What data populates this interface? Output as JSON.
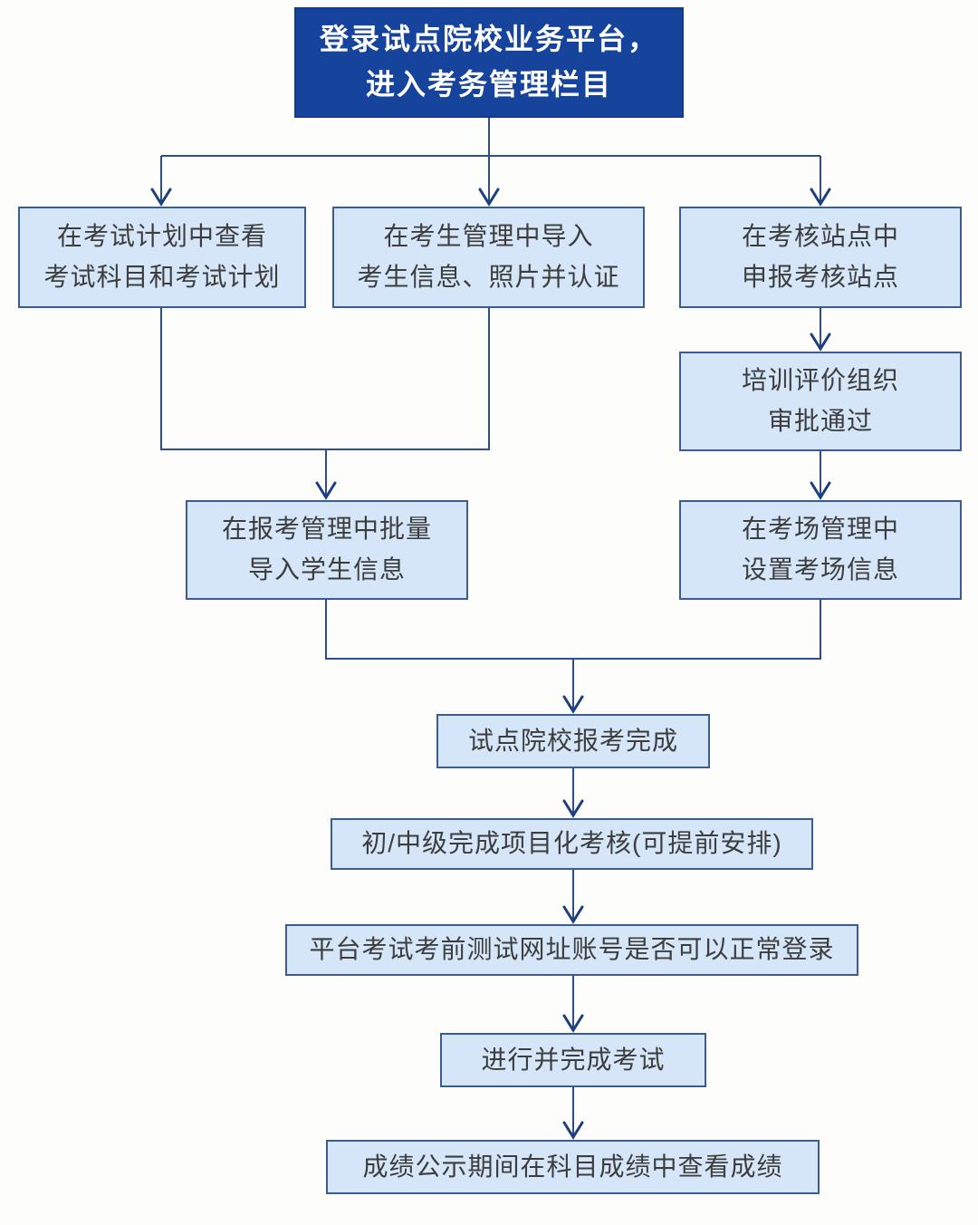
{
  "diagram": {
    "kind": "flowchart",
    "nodes": {
      "root": {
        "lines": [
          "登录试点院校业务平台，",
          "进入考务管理栏目"
        ]
      },
      "plan": {
        "lines": [
          "在考试计划中查看",
          "考试科目和考试计划"
        ]
      },
      "candidate": {
        "lines": [
          "在考生管理中导入",
          "考生信息、照片并认证"
        ]
      },
      "site": {
        "lines": [
          "在考核站点中",
          "申报考核站点"
        ]
      },
      "approve": {
        "lines": [
          "培训评价组织",
          "审批通过"
        ]
      },
      "room": {
        "lines": [
          "在考场管理中",
          "设置考场信息"
        ]
      },
      "batch": {
        "lines": [
          "在报考管理中批量",
          "导入学生信息"
        ]
      },
      "done": {
        "lines": [
          "试点院校报考完成"
        ]
      },
      "project": {
        "lines": [
          "初/中级完成项目化考核(可提前安排)"
        ]
      },
      "pretest": {
        "lines": [
          "平台考试考前测试网址账号是否可以正常登录"
        ]
      },
      "exam": {
        "lines": [
          "进行并完成考试"
        ]
      },
      "scores": {
        "lines": [
          "成绩公示期间在科目成绩中查看成绩"
        ]
      }
    },
    "colors": {
      "root_bg": "#16449c",
      "root_text": "#ffffff",
      "node_bg": "#d4e6f8",
      "node_border": "#3c5c8e",
      "node_text": "#3d3d3d",
      "connector": "#2c4d90",
      "arrowhead": "#1e3f7d",
      "background": "#fdfdfb"
    }
  }
}
